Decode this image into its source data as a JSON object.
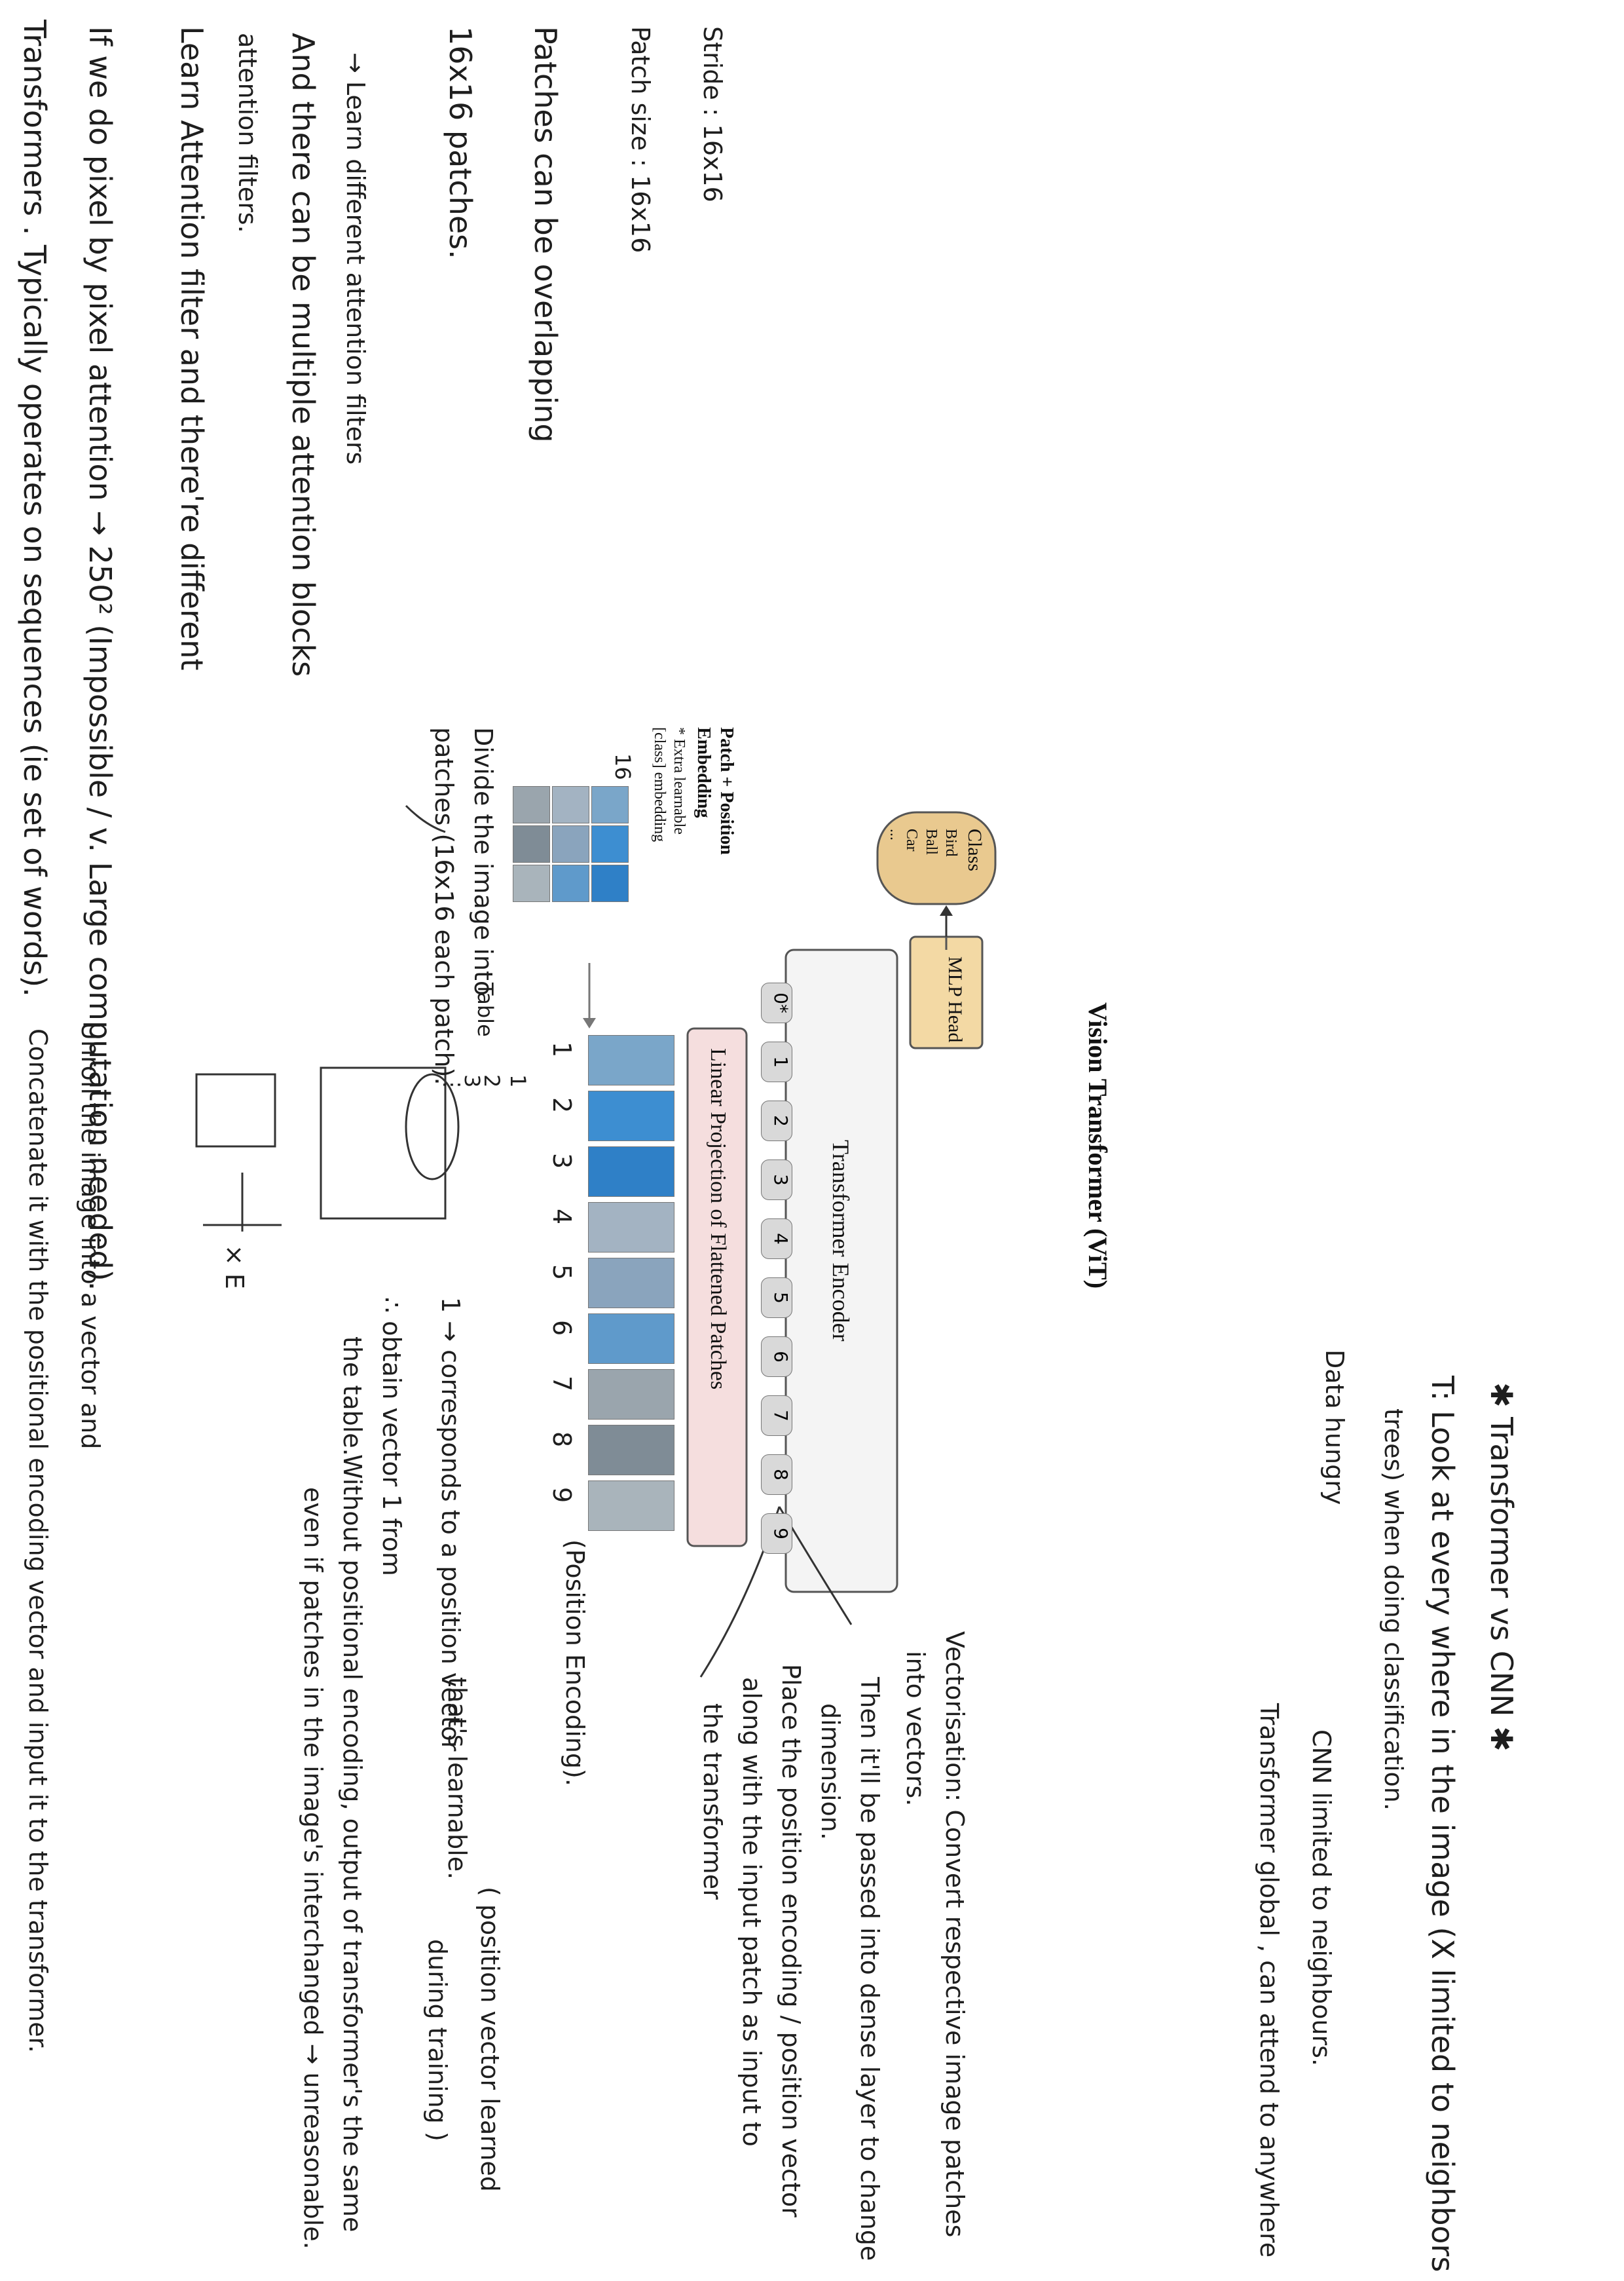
{
  "notes": {
    "left": [
      "Transformers . Typically operates on sequences (ie set of words).",
      "If we do pixel by pixel attention → 250² (Impossible / v. Large computation needed).",
      "Learn Attention filter and there're different",
      "attention filters.",
      "And there can be multiple attention blocks",
      "→ Learn different attention filters",
      "16x16 patches.",
      "Patches can be overlapping",
      "Patch size : 16x16",
      "Stride : 16x16"
    ],
    "right_heading": "✱ Transformer vs CNN ✱",
    "right": [
      "T: Look at every where in the image (X limited to neighbors /",
      "trees) when doing classification.",
      "Data hungry",
      "CNN limited to neighbours.",
      "Transformer global , can attend to anywhere"
    ],
    "lower": {
      "divide": "Divide the image into",
      "patches": "patches (16x16 each patch).",
      "table_label": "Table",
      "table_rows": [
        "1",
        "2",
        "3",
        "⋮"
      ],
      "e_label": "× E",
      "unroll": "Unroll the image into a vector and",
      "concat": "Concatenate it with the positional encoding vector and input it to the transformer.",
      "corresponds": "1 → corresponds to a position vector",
      "obtain": "∴ obtain vector 1 from",
      "the_table": "the table.",
      "learnable": "that's learnable.",
      "pos_learned": "( position vector learned",
      "during_training": "during training )",
      "pos_encoding": "(Position Encoding).",
      "without1": "Without positional encoding, output of transformer's the same",
      "without2": "even if patches in the image's interchanged → unreasonable.",
      "vector1": "Vectorisation: Convert respective image patches",
      "vector2": "into vectors.",
      "vector3": "Then it'll be passed into dense layer to change",
      "vector4": "dimension.",
      "place1": "Place the position encoding / position vector",
      "place2": "along with the input patch as input to",
      "place3": "the transformer"
    }
  },
  "diagram": {
    "title": "Vision Transformer (ViT)",
    "encoder_label": "Transformer Encoder",
    "mlp_head": "MLP Head",
    "class_title": "Class",
    "classes": [
      "Bird",
      "Ball",
      "Car",
      "..."
    ],
    "projection_label": "Linear Projection of Flattened Patches",
    "patch_pos_line1": "Patch + Position",
    "patch_pos_line2": "Embedding",
    "extra_line1": "* Extra learnable",
    "extra_line2": "[class] embedding",
    "tokens": [
      "0*",
      "1",
      "2",
      "3",
      "4",
      "5",
      "6",
      "7",
      "8",
      "9"
    ],
    "hand_numbers": [
      "1",
      "2",
      "3",
      "4",
      "5",
      "6",
      "7",
      "8",
      "9"
    ],
    "dim_label": "16",
    "colors": {
      "mlp_fill": "#f3d9a4",
      "class_fill": "#e9c98f",
      "projection_fill": "#f5dede",
      "token_fill": "#d9d9d9",
      "encoder_fill": "#f4f4f4"
    }
  }
}
